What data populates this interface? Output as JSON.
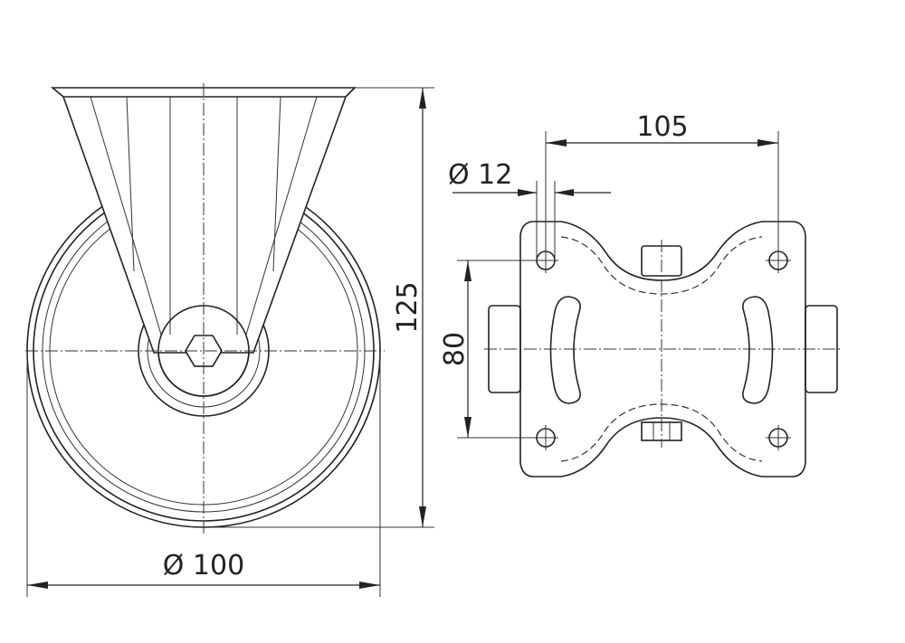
{
  "drawing": {
    "wheel_diameter_label": "Ø 100",
    "height_label": "125",
    "plate_hole_spacing_x_label": "105",
    "plate_hole_spacing_y_label": "80",
    "bolt_hole_diameter_label": "Ø 12"
  }
}
